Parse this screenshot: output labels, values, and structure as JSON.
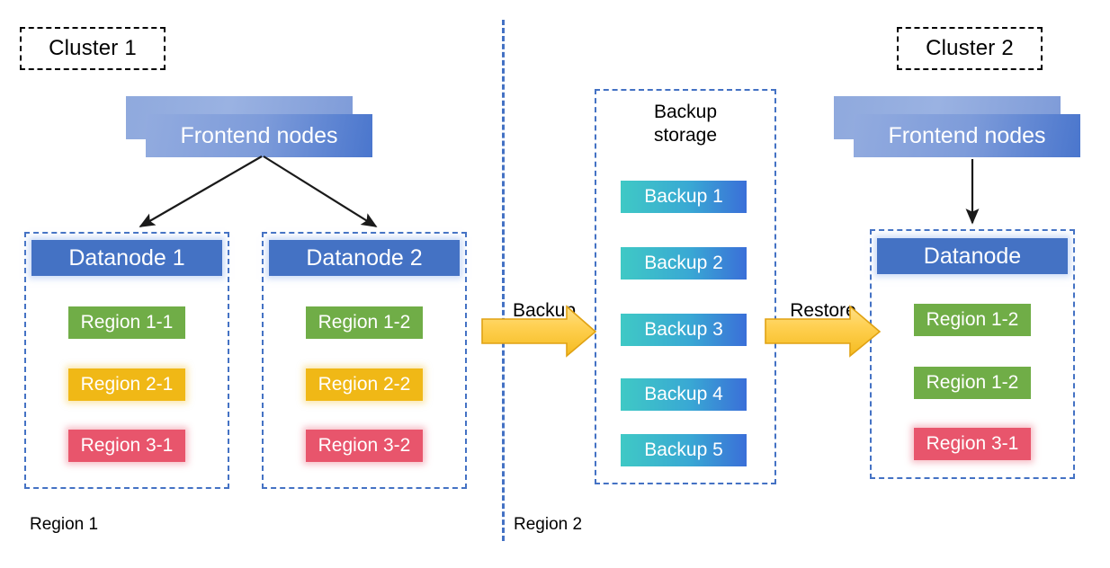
{
  "diagram": {
    "title_tags": [
      {
        "name": "cluster-1",
        "label": "Cluster 1"
      },
      {
        "name": "cluster-2",
        "label": "Cluster 2"
      }
    ],
    "frontends": [
      {
        "name": "frontend-nodes-cluster-1",
        "label": "Frontend nodes"
      },
      {
        "name": "frontend-nodes-cluster-2",
        "label": "Frontend nodes"
      }
    ],
    "datanodes": [
      {
        "name": "datanode-1",
        "label": "Datanode 1",
        "regions": [
          {
            "label": "Region 1-1",
            "color": "#70ad47",
            "tone": "green"
          },
          {
            "label": "Region 2-1",
            "color": "#f0b816",
            "tone": "yellow"
          },
          {
            "label": "Region 3-1",
            "color": "#e8556c",
            "tone": "red"
          }
        ]
      },
      {
        "name": "datanode-2",
        "label": "Datanode 2",
        "regions": [
          {
            "label": "Region 1-2",
            "color": "#70ad47",
            "tone": "green"
          },
          {
            "label": "Region 2-2",
            "color": "#f0b816",
            "tone": "yellow"
          },
          {
            "label": "Region 3-2",
            "color": "#e8556c",
            "tone": "red"
          }
        ]
      },
      {
        "name": "datanode-restored",
        "label": "Datanode",
        "regions": [
          {
            "label": "Region 1-2",
            "color": "#70ad47",
            "tone": "green"
          },
          {
            "label": "Region 1-2",
            "color": "#70ad47",
            "tone": "green"
          },
          {
            "label": "Region 3-1",
            "color": "#e8556c",
            "tone": "red"
          }
        ]
      }
    ],
    "backup_storage": {
      "name": "backup-storage",
      "title": "Backup\nstorage",
      "items": [
        {
          "label": "Backup 1"
        },
        {
          "label": "Backup 2"
        },
        {
          "label": "Backup 3"
        },
        {
          "label": "Backup 4"
        },
        {
          "label": "Backup 5"
        }
      ]
    },
    "flow_arrows": [
      {
        "name": "backup-arrow",
        "label": "Backup"
      },
      {
        "name": "restore-arrow",
        "label": "Restore"
      }
    ],
    "region_labels": [
      {
        "name": "region-1-label",
        "label": "Region 1"
      },
      {
        "name": "region-2-label",
        "label": "Region 2"
      }
    ],
    "colors": {
      "datanode_blue": "#4472c4",
      "dashed_blue": "#4472c4",
      "region_green": "#70ad47",
      "region_yellow": "#f0b816",
      "region_red": "#e8556c",
      "backup_gradient_start": "#3fc9c5",
      "backup_gradient_end": "#3a6fd8",
      "arrow_fill": "#ffd24d",
      "arrow_stroke": "#e8a317",
      "frontend_gradient_start": "#92abdf",
      "frontend_gradient_end": "#4a76cd"
    }
  }
}
